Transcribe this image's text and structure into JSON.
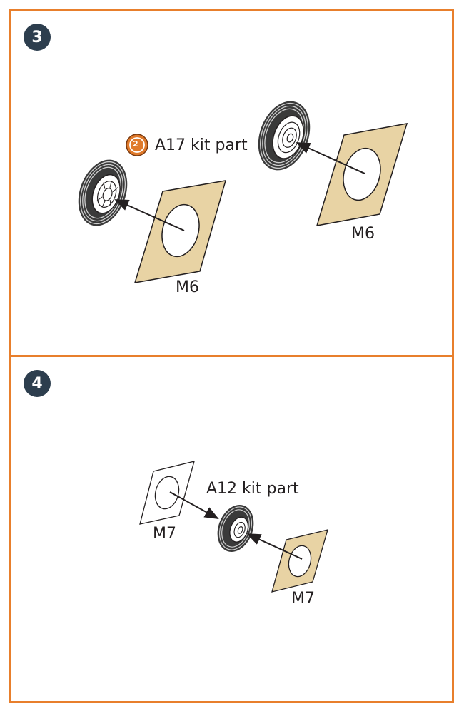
{
  "step3": {
    "number": "3",
    "kit_part_badge": "2",
    "kit_part_label": "A17 kit part",
    "mask_label_left": "M6",
    "mask_label_right": "M6"
  },
  "step4": {
    "number": "4",
    "kit_part_label": "A12 kit part",
    "mask_label_outline": "M7",
    "mask_label_filled": "M7"
  },
  "colors": {
    "border": "#e87f2c",
    "badge": "#2d3e4e",
    "mask": "#e8d3a4",
    "kit_badge": "#e07a2b"
  }
}
